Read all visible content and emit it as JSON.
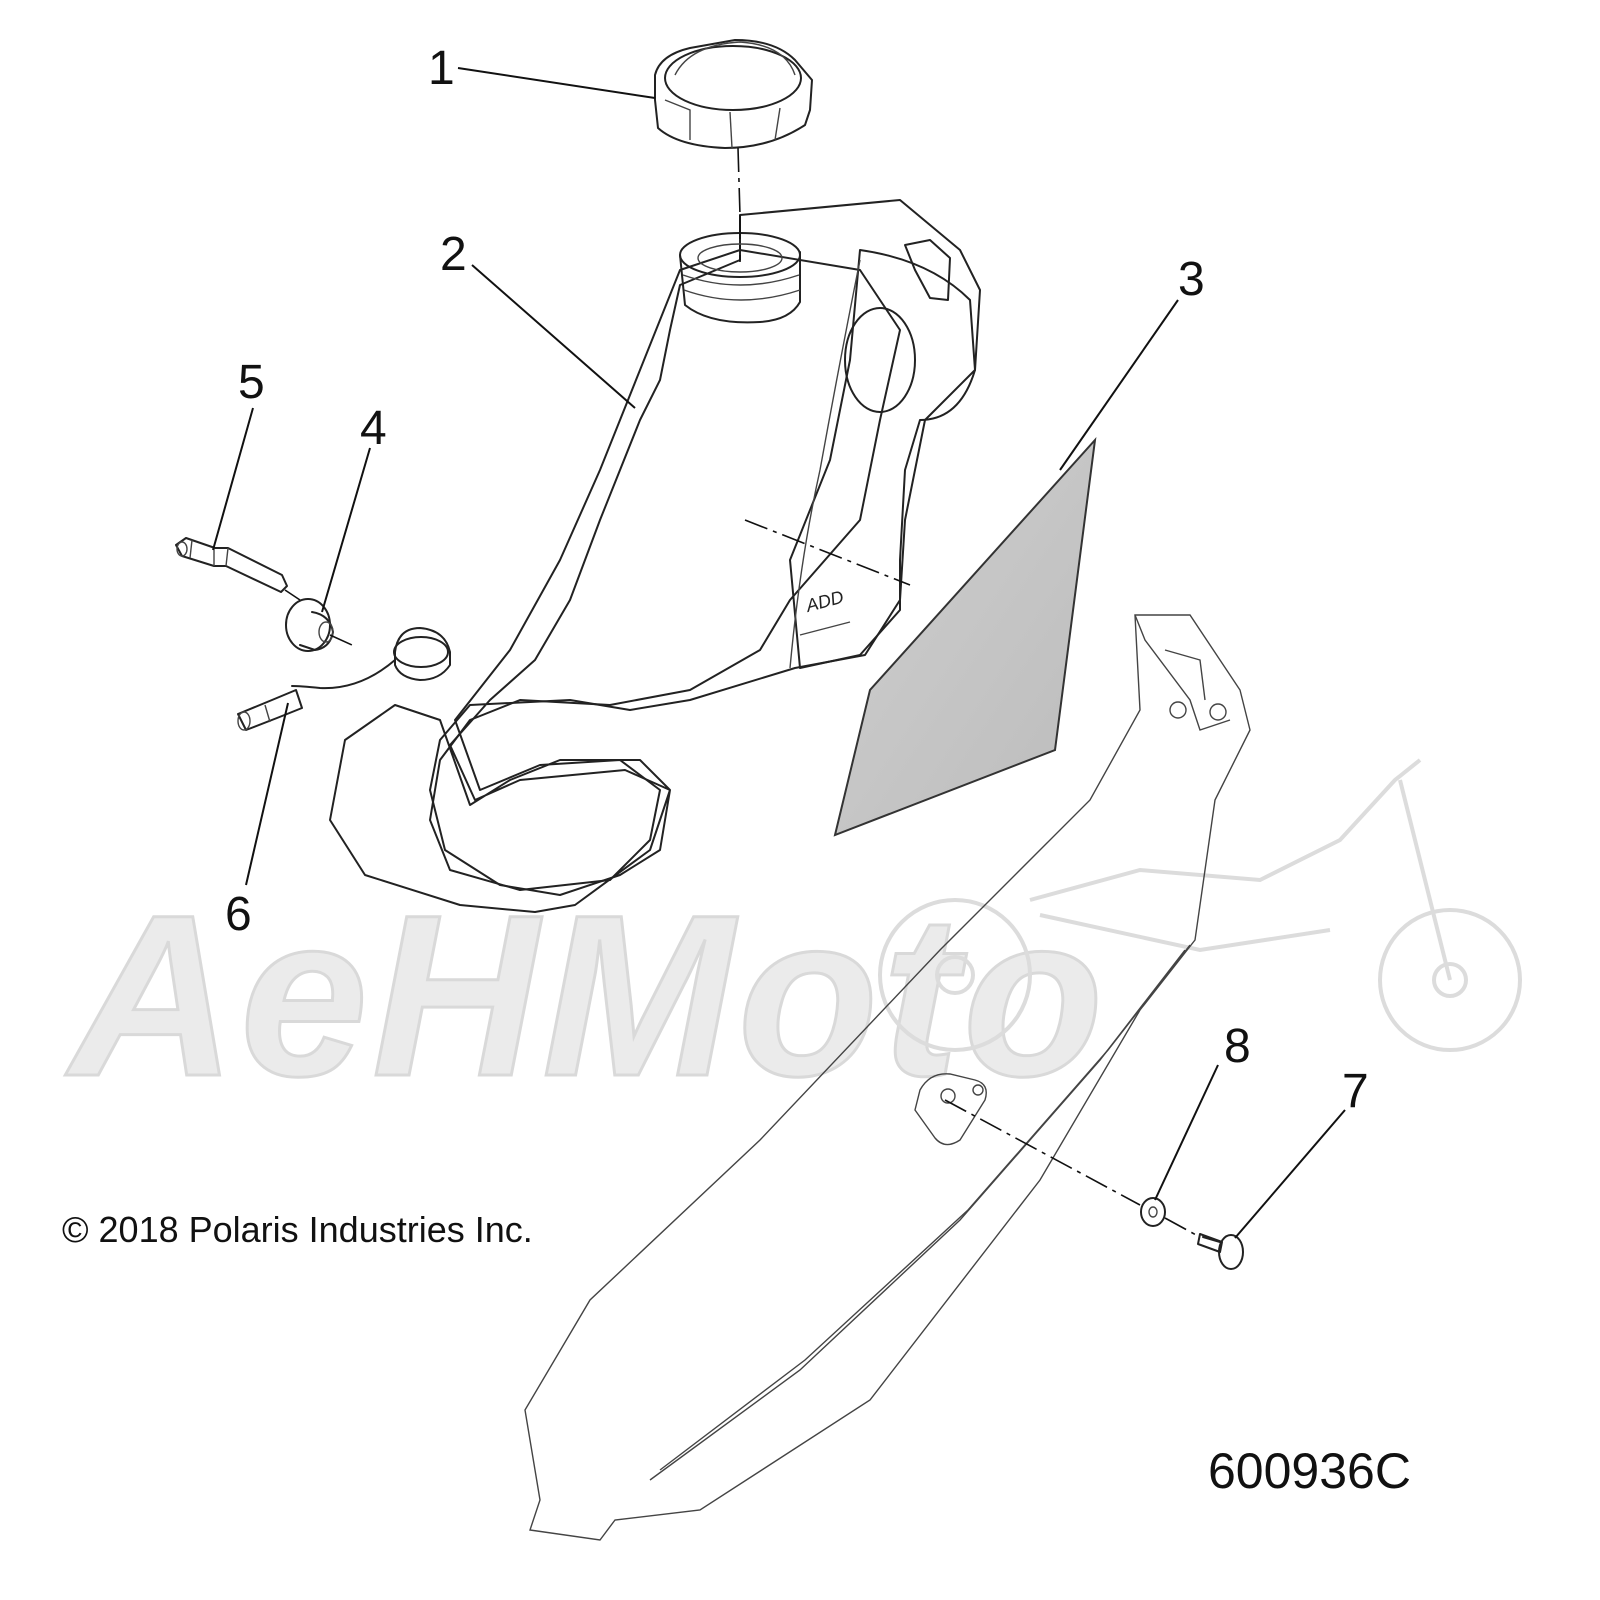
{
  "watermark": {
    "text": "AeHMoto"
  },
  "callouts": [
    {
      "id": "1",
      "text": "1"
    },
    {
      "id": "2",
      "text": "2"
    },
    {
      "id": "3",
      "text": "3"
    },
    {
      "id": "4",
      "text": "4"
    },
    {
      "id": "5",
      "text": "5"
    },
    {
      "id": "6",
      "text": "6"
    },
    {
      "id": "7",
      "text": "7"
    },
    {
      "id": "8",
      "text": "8"
    }
  ],
  "tank_embossing": "ADD",
  "copyright": "© 2018 Polaris Industries Inc.",
  "part_number": "600936C"
}
